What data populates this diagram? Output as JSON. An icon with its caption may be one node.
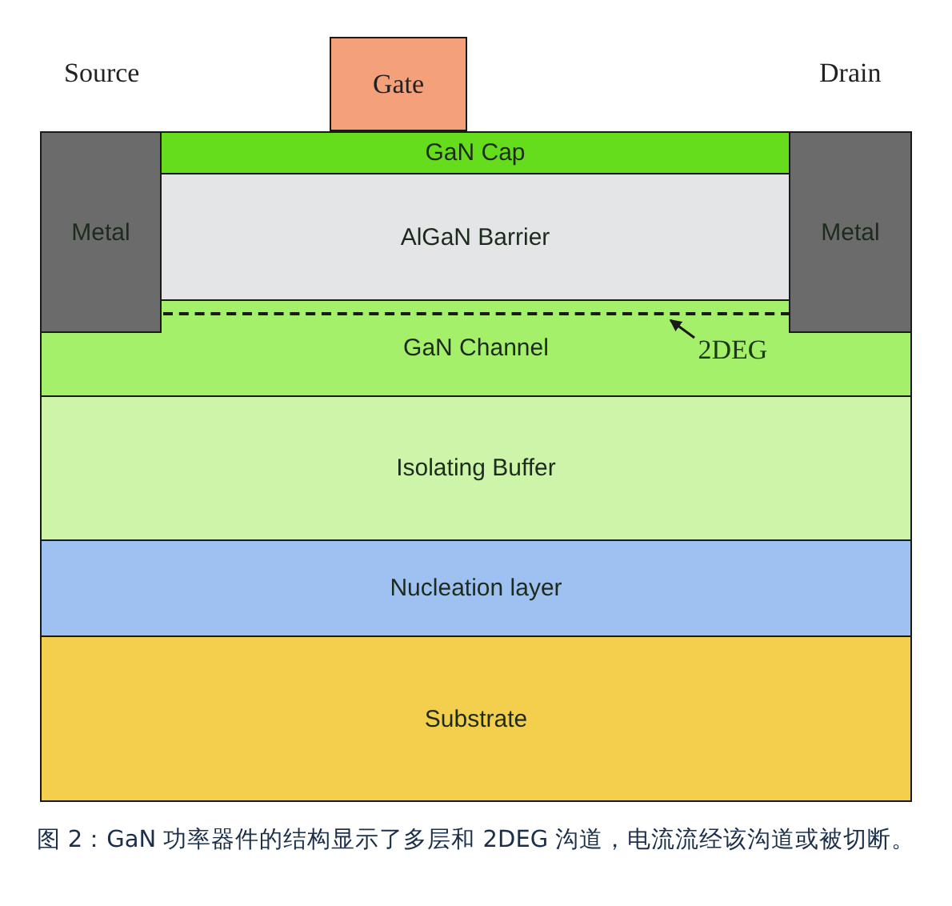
{
  "diagram": {
    "caption": "图 2：GaN 功率器件的结构显示了多层和 2DEG 沟道，电流流经该沟道或被切断。",
    "nodes": [
      {
        "text": [
          "Gate"
        ]
      },
      {
        "text": [
          "GaN Cap"
        ]
      },
      {
        "text": [
          "Metal"
        ]
      },
      {
        "text": [
          "AlGaN Barrier"
        ]
      },
      {
        "text": [
          "Metal"
        ]
      },
      {
        "text": [
          "GaN Channel"
        ]
      },
      {
        "text": [],
        "shape": "line",
        "in": 5
      },
      {
        "text": [
          "2DEG"
        ],
        "in": 5
      },
      {
        "text": [
          "Isolating Buffer"
        ]
      },
      {
        "text": [
          "Nucleation layer"
        ]
      },
      {
        "text": [
          "Substrate"
        ]
      }
    ],
    "edges": [
      {
        "from": 7,
        "to": 6,
        "arrow": "to"
      }
    ],
    "labels": [
      "Source",
      "Drain"
    ]
  }
}
